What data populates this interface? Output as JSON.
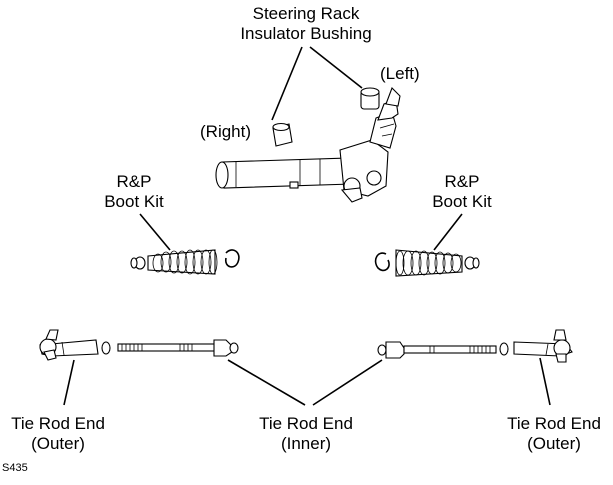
{
  "labels": {
    "steering_rack_bushing": [
      "Steering Rack",
      "Insulator Bushing"
    ],
    "left": "(Left)",
    "right": "(Right)",
    "boot_kit_left": [
      "R&P",
      "Boot Kit"
    ],
    "boot_kit_right": [
      "R&P",
      "Boot Kit"
    ],
    "tie_rod_outer_left": [
      "Tie Rod End",
      "(Outer)"
    ],
    "tie_rod_inner": [
      "Tie Rod End",
      "(Inner)"
    ],
    "tie_rod_outer_right": [
      "Tie Rod End",
      "(Outer)"
    ]
  },
  "figure_code": "S435"
}
